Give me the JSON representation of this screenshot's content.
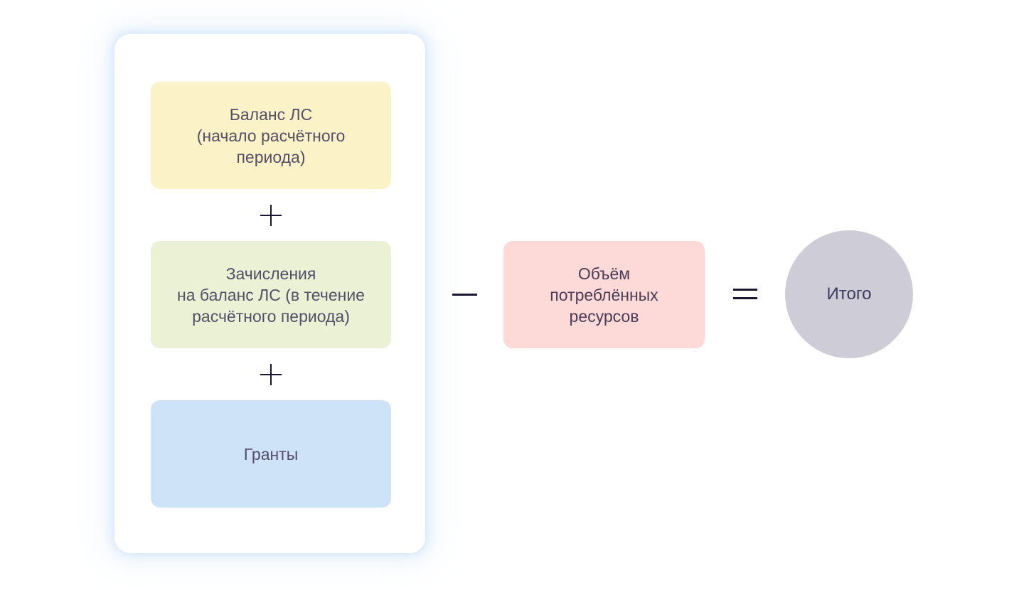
{
  "colors": {
    "page_background": "#ffffff",
    "card_background": "#ffffff",
    "card_glow": "#d6e8fa",
    "operator": "#1a1533",
    "balance_box_background": "#fcf2c7",
    "credits_box_background": "#eaf1d5",
    "grants_box_background": "#cfe3f8",
    "consumed_box_background": "#fdd9d8",
    "total_circle_background": "#ceccd6",
    "box_text_color": "#534f68",
    "consumed_text_color": "#4a3c56",
    "total_text_color": "#3e3b5e"
  },
  "formula": {
    "addends": [
      {
        "id": "balance",
        "label_lines": [
          "Баланс ЛС",
          "(начало расчётного",
          "периода)"
        ]
      },
      {
        "id": "credits",
        "label_lines": [
          "Зачисления",
          "на баланс ЛС (в течение",
          "расчётного периода)"
        ]
      },
      {
        "id": "grants",
        "label_lines": [
          "Гранты"
        ]
      }
    ],
    "operators": {
      "plus": "+",
      "minus": "−",
      "equals": "="
    },
    "subtrahend": {
      "id": "consumed-resources",
      "label_lines": [
        "Объём",
        "потреблённых",
        "ресурсов"
      ]
    },
    "result": {
      "id": "total",
      "label": "Итого"
    }
  }
}
